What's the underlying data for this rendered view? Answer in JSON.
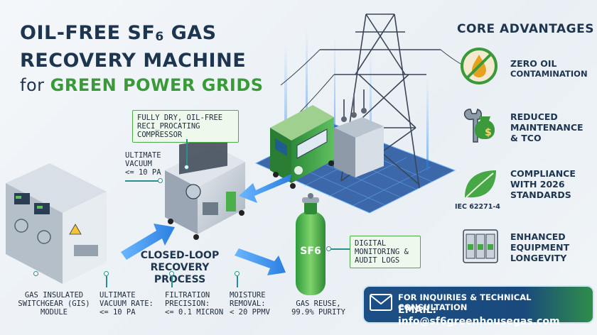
{
  "title": {
    "line1": "OIL-FREE SF",
    "line1_sub": "6",
    "line1_end": " GAS",
    "line2": "RECOVERY MACHINE",
    "line3_for": "for ",
    "line3_green": "GREEN POWER GRIDS"
  },
  "callouts": {
    "compressor": [
      "FULLY DRY, OIL-FREE",
      "RECI_PROCATING",
      "COMPRESSOR"
    ],
    "ultimate_vacuum": [
      "ULTIMATE",
      "VACUUM",
      "<= 10 Pa"
    ],
    "digital": [
      "DIGITAL",
      "MONITORING &",
      "AUDIT LOGS"
    ],
    "process": [
      "CLOSED-LOOP",
      "RECOVERY PROCESS"
    ],
    "cylinder_label": "SF6"
  },
  "bottom": [
    {
      "lines": [
        "GAS INSULATED",
        "SWITCHGEAR (GIS)",
        "MODULE"
      ]
    },
    {
      "lines": [
        "ULTIMATE",
        "VACUUM RATE:",
        "<= 10 Pa"
      ]
    },
    {
      "lines": [
        "FILTRATION",
        "PRECISION:",
        "<= 0.1 MICRON"
      ]
    },
    {
      "lines": [
        "MOISTURE",
        "REMOVAL:",
        "< 20 ppmV"
      ]
    },
    {
      "lines": [
        "GAS REUSE,",
        "99.9% PURITY"
      ]
    }
  ],
  "advantages": {
    "title": "CORE ADVANTAGES",
    "items": [
      {
        "icon": "no-oil-icon",
        "lines": [
          "ZERO OIL",
          "CONTAMINATION"
        ]
      },
      {
        "icon": "wrench-money-icon",
        "lines": [
          "REDUCED",
          "MAINTENANCE",
          "& TCO"
        ]
      },
      {
        "icon": "leaf-icon",
        "lines": [
          "COMPLIANCE",
          "with 2026",
          "STANDARDS"
        ],
        "sublabel": "IEC 62271-4"
      },
      {
        "icon": "breaker-icon",
        "lines": [
          "ENHANCED",
          "EQUIPMENT",
          "LONGEVITY"
        ]
      }
    ]
  },
  "contact": {
    "line1": "FOR INQUIRIES & TECHNICAL CONSULTATION",
    "line2": "EMAIL: info@sf6greenhousegas.com"
  },
  "colors": {
    "navy": "#1e3550",
    "green": "#3a9a3a",
    "teal": "#2a8f8f",
    "blue_arrow": "#3a8ee0",
    "contact_blue": "#1c4f86"
  }
}
